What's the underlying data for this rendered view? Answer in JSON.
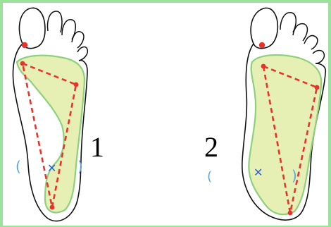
{
  "figure": {
    "frame_color": "#9be39b",
    "background": "#ffffff",
    "outline_color": "#111111",
    "sole_fill": "#e6f0b4",
    "insole_stroke": "#8fd07c",
    "triangle_color": "#e8322c",
    "blue_marks_color": "#5aa8e0",
    "cross_color": "#2c64d8"
  },
  "feet": [
    {
      "label": "1",
      "icon": "left-foot-sole"
    },
    {
      "label": "2",
      "icon": "right-foot-sole"
    }
  ]
}
